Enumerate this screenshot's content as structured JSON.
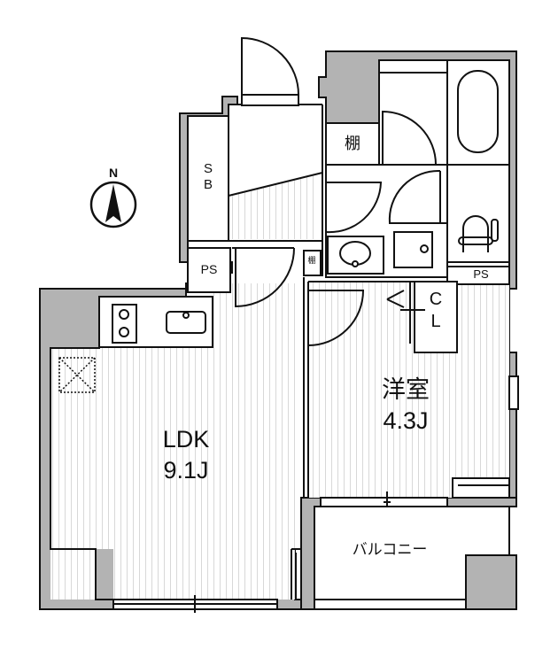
{
  "floor_plan": {
    "compass": {
      "label": "N",
      "icon": "north-arrow-icon"
    },
    "rooms": {
      "ldk": {
        "name": "LDK",
        "size": "9.1J"
      },
      "western_room": {
        "name": "洋室",
        "size": "4.3J"
      },
      "closet": {
        "line1": "C",
        "line2": "L"
      },
      "shoe_box": {
        "line1": "S",
        "line2": "B"
      },
      "pipe_space_entry": {
        "label": "PS"
      },
      "pipe_space_toilet": {
        "label": "PS"
      },
      "shelf_large": {
        "label": "棚"
      },
      "shelf_small": {
        "label": "棚"
      },
      "balcony": {
        "label": "バルコニー"
      }
    },
    "colors": {
      "wall": "#b3b3b3",
      "line": "#111111",
      "floor_hatch": "#d8d8d8",
      "background": "#ffffff"
    }
  }
}
